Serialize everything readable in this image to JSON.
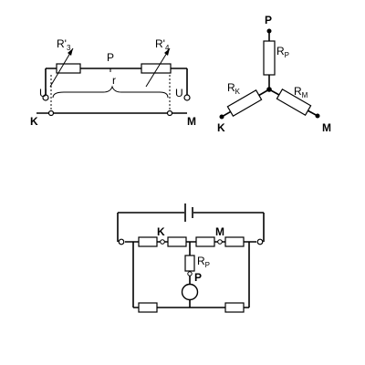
{
  "figure1": {
    "label_r3_base": "R'",
    "label_r3_sub": "3",
    "label_r4_base": "R'",
    "label_r4_sub": "4",
    "label_p": "P",
    "label_r": "r",
    "label_u_left": "U",
    "label_u_right": "U",
    "label_k": "K",
    "label_m": "M"
  },
  "figure2": {
    "label_p": "P",
    "label_rp_base": "R",
    "label_rp_sub": "P",
    "label_rk_base": "R",
    "label_rk_sub": "K",
    "label_rm_base": "R",
    "label_rm_sub": "M",
    "label_k": "K",
    "label_m": "M"
  },
  "figure3": {
    "label_k": "K",
    "label_m": "M",
    "label_rp_base": "R",
    "label_rp_sub": "P",
    "label_p": "P"
  }
}
